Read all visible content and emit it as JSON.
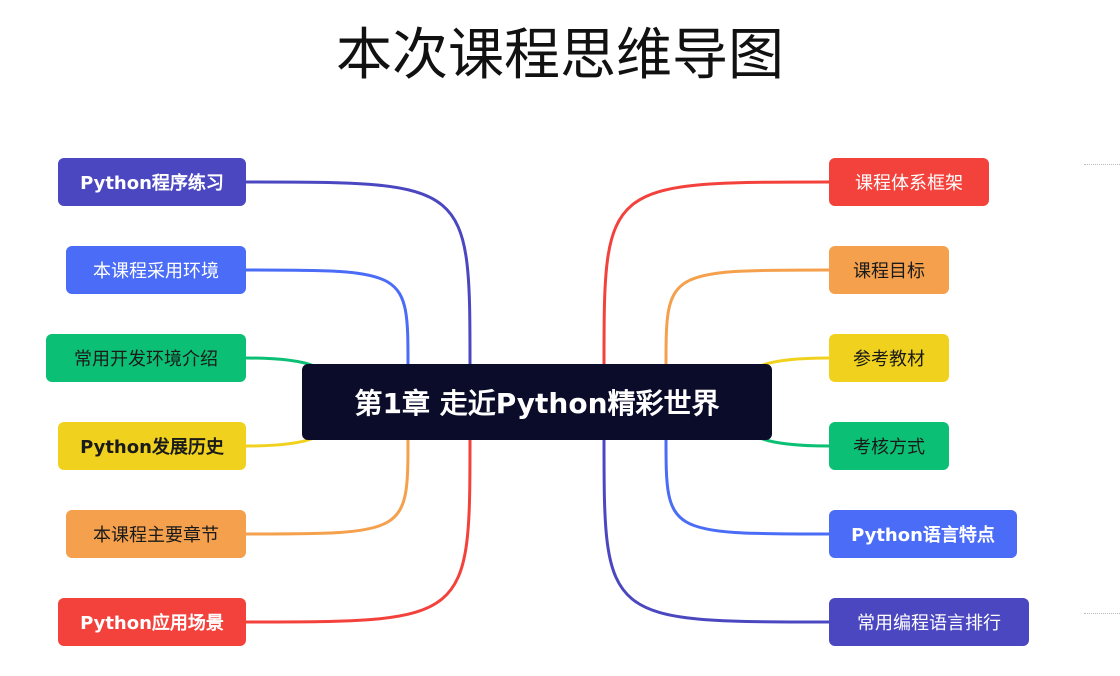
{
  "title": "本次课程思维导图",
  "center": {
    "label": "第1章 走近Python精彩世界"
  },
  "left_nodes": [
    {
      "label": "Python程序练习",
      "bg": "#4b47c0",
      "fg": "#ffffff",
      "line": "#4b47c0",
      "icon": ""
    },
    {
      "label": "本课程采用环境",
      "bg": "#4a6cf7",
      "fg": "#ffffff",
      "line": "#4a6cf7",
      "icon": ""
    },
    {
      "label": "常用开发环境介绍",
      "bg": "#0bbf74",
      "fg": "#1a1a1a",
      "line": "#0bbf74",
      "icon": ""
    },
    {
      "label": "Python发展历史",
      "bg": "#f0d21e",
      "fg": "#1a1a1a",
      "line": "#f0d21e",
      "icon": ""
    },
    {
      "label": "本课程主要章节",
      "bg": "#f4a04c",
      "fg": "#1a1a1a",
      "line": "#f4a04c",
      "icon": ""
    },
    {
      "label": "Python应用场景",
      "bg": "#f3423c",
      "fg": "#ffffff",
      "line": "#f3423c",
      "icon": ""
    }
  ],
  "right_nodes": [
    {
      "label": "课程体系框架",
      "bg": "#f3423c",
      "fg": "#ffffff",
      "line": "#f3423c"
    },
    {
      "label": "课程目标",
      "bg": "#f4a04c",
      "fg": "#1a1a1a",
      "line": "#f4a04c"
    },
    {
      "label": "参考教材",
      "bg": "#f0d21e",
      "fg": "#1a1a1a",
      "line": "#f0d21e"
    },
    {
      "label": "考核方式",
      "bg": "#0bbf74",
      "fg": "#1a1a1a",
      "line": "#0bbf74"
    },
    {
      "label": "Python语言特点",
      "bg": "#4a6cf7",
      "fg": "#ffffff",
      "line": "#4a6cf7"
    },
    {
      "label": "常用编程语言排行",
      "bg": "#4b47c0",
      "fg": "#ffffff",
      "line": "#4b47c0"
    }
  ]
}
